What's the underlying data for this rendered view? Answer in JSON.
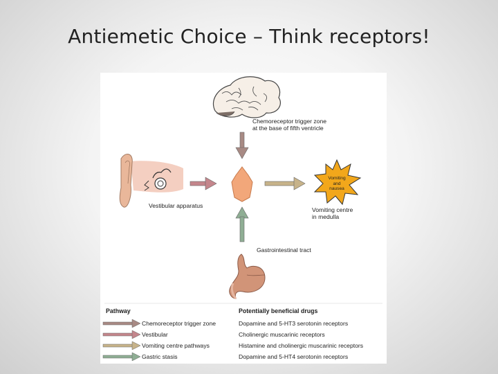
{
  "slide": {
    "title": "Antiemetic Choice – Think receptors!"
  },
  "diagram": {
    "labels": {
      "ctz": [
        "Chemoreceptor trigger zone",
        "at the base of fifth ventricle"
      ],
      "vestibular": "Vestibular apparatus",
      "vomiting_centre": [
        "Vomiting centre",
        "in medulla"
      ],
      "gi_tract": "Gastrointestinal tract",
      "outcome": [
        "Vomiting",
        "and",
        "nausea"
      ]
    },
    "colors": {
      "ctz_arrow": "#a88a84",
      "vestibular_arrow": "#c4868c",
      "centre_arrow": "#c7b38a",
      "gastric_arrow": "#8fae94",
      "star": "#f2a71b",
      "brainstem": "#f2a77a",
      "ear": "#e9b79a",
      "stomach": "#c98a72"
    }
  },
  "legend": {
    "pathway_header": "Pathway",
    "drugs_header": "Potentially beneficial drugs",
    "rows": [
      {
        "pathway": "Chemoreceptor trigger zone",
        "drugs": "Dopamine and 5-HT3 serotonin receptors",
        "color": "#a88a84"
      },
      {
        "pathway": "Vestibular",
        "drugs": "Cholinergic muscarinic receptors",
        "color": "#c4868c"
      },
      {
        "pathway": "Vomiting centre pathways",
        "drugs": "Histamine and cholinergic muscarinic receptors",
        "color": "#c7b38a"
      },
      {
        "pathway": "Gastric stasis",
        "drugs": "Dopamine and 5-HT4 serotonin receptors",
        "color": "#8fae94"
      }
    ]
  }
}
